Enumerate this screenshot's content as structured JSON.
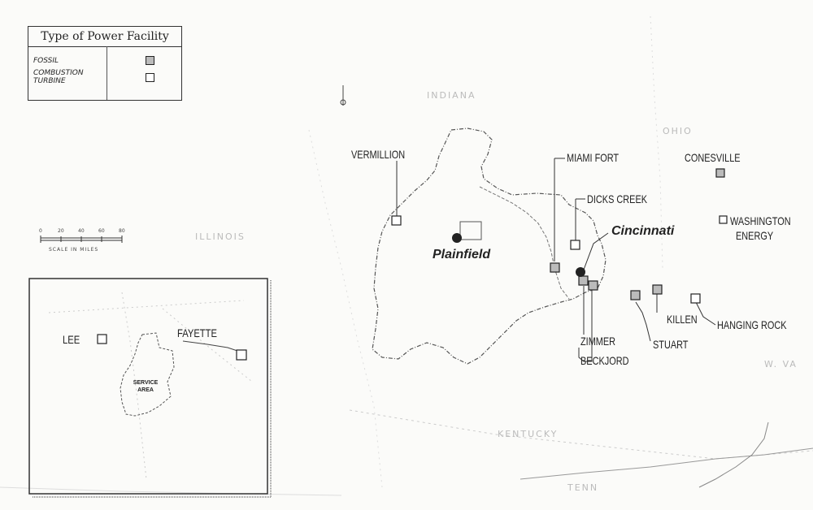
{
  "legend": {
    "title": "Type of Power Facility",
    "fossil_label": "FOSSIL",
    "combustion_label_line1": "COMBUSTION",
    "combustion_label_line2": "TURBINE"
  },
  "scale": {
    "label": "SCALE IN MILES",
    "ticks": [
      "0",
      "20",
      "40",
      "60",
      "80"
    ]
  },
  "cities": {
    "plainfield": "Plainfield",
    "cincinnati": "Cincinnati"
  },
  "stations": {
    "vermillion": "VERMILLION",
    "miami_fort": "MIAMI FORT",
    "dicks_creek": "DICKS CREEK",
    "conesville": "CONESVILLE",
    "washington_line1": "WASHINGTON",
    "washington_line2": "ENERGY",
    "killen": "KILLEN",
    "hanging_rock": "HANGING ROCK",
    "stuart": "STUART",
    "zimmer": "ZIMMER",
    "beckjord": "BECKJORD"
  },
  "inset": {
    "lee": "LEE",
    "fayette": "FAYETTE",
    "service_line1": "SERVICE",
    "service_line2": "AREA"
  },
  "faint_labels": {
    "indiana": "INDIANA",
    "ohio": "OHIO",
    "illinois": "ILLINOIS",
    "kentucky": "KENTUCKY",
    "tenn": "TENN",
    "west_va": "W. VA"
  },
  "colors": {
    "ink": "#222222",
    "fossil_fill": "#bbbbbb",
    "boundary": "#555555",
    "faint": "#bbbbbb"
  },
  "facility_types": {
    "fossil_icon": "fossil-square-icon",
    "turbine_icon": "turbine-square-icon",
    "city_icon": "city-dot-icon"
  }
}
